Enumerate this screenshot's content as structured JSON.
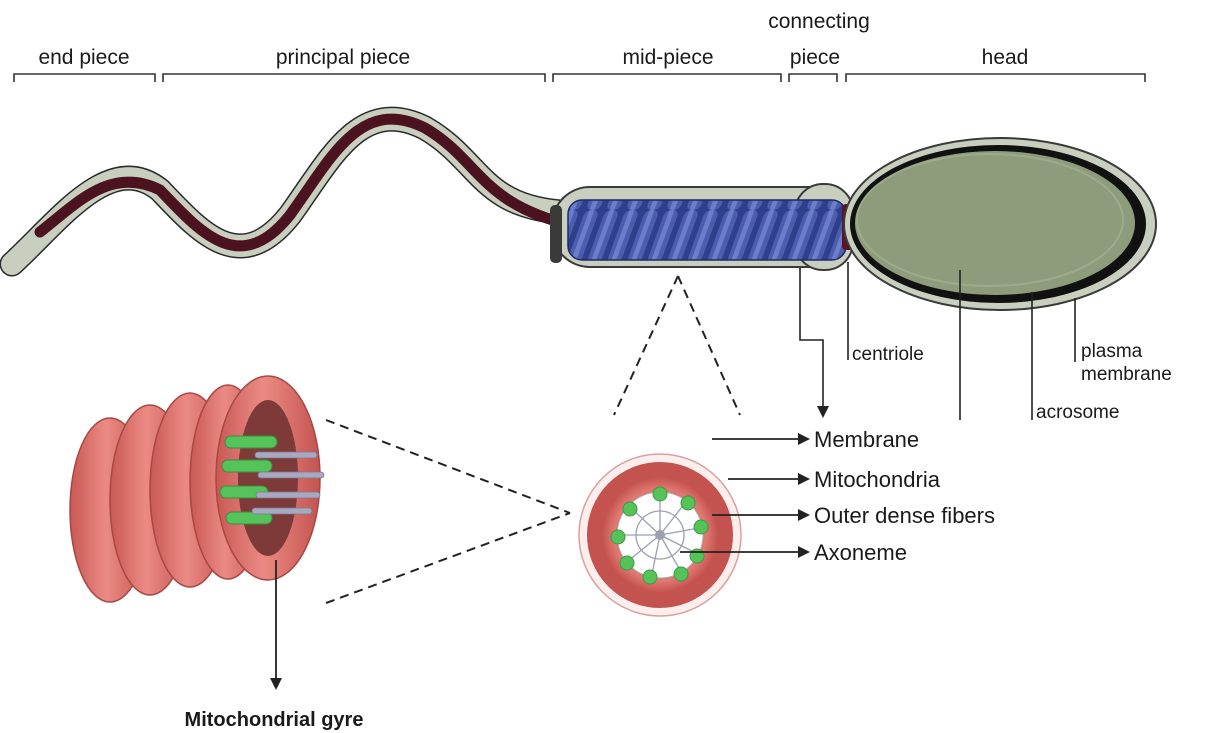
{
  "segments": {
    "end_piece": "end piece",
    "principal_piece": "principal piece",
    "mid_piece": "mid-piece",
    "connecting_line1": "connecting",
    "connecting_line2": "piece",
    "head": "head"
  },
  "head_parts": {
    "centriole": "centriole",
    "acrosome": "acrosome",
    "plasma_line1": "plasma",
    "plasma_line2": "membrane"
  },
  "cross_section": {
    "membrane": "Membrane",
    "mitochondria": "Mitochondria",
    "outer_dense_fibers": "Outer dense fibers",
    "axoneme": "Axoneme"
  },
  "caption": "Mitochondrial gyre",
  "colors": {
    "cytoplasm": "#c9cfbf",
    "tail_core": "#4b1220",
    "mito_spiral": "#3a4a9a",
    "nucleus": "#8e9c7b",
    "acrosome_ring": "#111111",
    "mito_tube": "#db6f6a",
    "fiber_green": "#55c25a"
  }
}
